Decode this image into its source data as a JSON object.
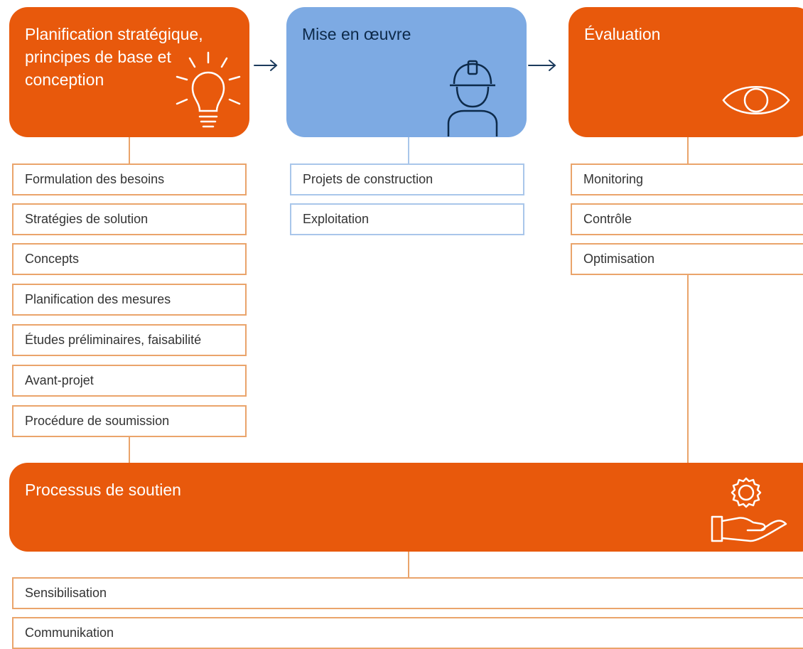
{
  "stages": {
    "planning": {
      "title": "Planification stratégique, principes de base et conception",
      "icon": "lightbulb-icon",
      "color": "#e8590c",
      "items": [
        "Formulation des besoins",
        "Stratégies de solution",
        "Concepts",
        "Planification des mesures",
        "Études préliminaires, faisabilité",
        "Avant-projet",
        "Procédure de soumission"
      ]
    },
    "implementation": {
      "title": "Mise en œuvre",
      "icon": "worker-hardhat-icon",
      "color": "#7daae3",
      "items": [
        "Projets de construction",
        "Exploitation"
      ]
    },
    "evaluation": {
      "title": "Évaluation",
      "icon": "eye-icon",
      "color": "#e8590c",
      "items": [
        "Monitoring",
        "Contrôle",
        "Optimisation"
      ]
    }
  },
  "support": {
    "title": "Processus de soutien",
    "icon": "gear-hand-icon",
    "color": "#e8590c",
    "items": [
      "Sensibilisation",
      "Communikation"
    ]
  }
}
